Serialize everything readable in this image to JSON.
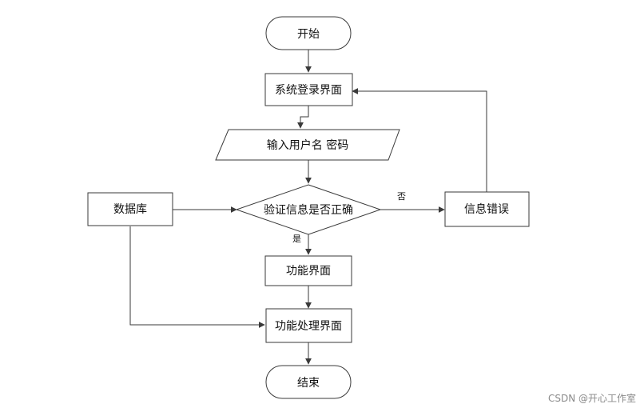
{
  "nodes": {
    "start": "开始",
    "login": "系统登录界面",
    "input": "输入用户名 密码",
    "database": "数据库",
    "verify": "验证信息是否正确",
    "error": "信息错误",
    "function": "功能界面",
    "process": "功能处理界面",
    "end": "结束"
  },
  "edge_labels": {
    "no": "否",
    "yes": "是"
  },
  "watermark": "CSDN @开心工作室"
}
